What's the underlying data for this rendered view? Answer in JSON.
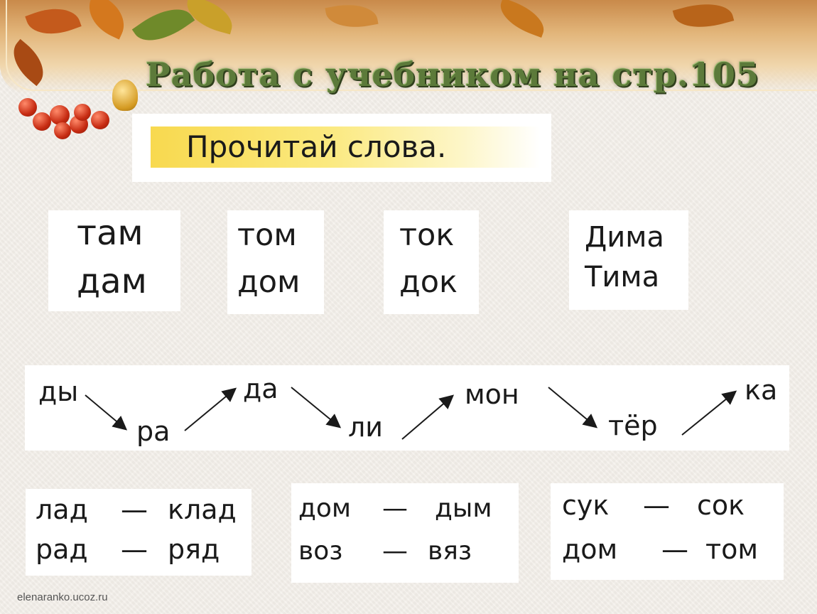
{
  "title": "Работа с учебником на стр.105",
  "instruction": "Прочитай слова.",
  "word_cards": [
    {
      "top": "там",
      "bottom": "дам"
    },
    {
      "top": "том",
      "bottom": "дом"
    },
    {
      "top": "ток",
      "bottom": "док"
    },
    {
      "top": "Дима",
      "bottom": "Тима"
    }
  ],
  "syllables": [
    "ды",
    "ра",
    "да",
    "ли",
    "мон",
    "тёр",
    "ка"
  ],
  "pairs": [
    {
      "rows": [
        {
          "left": "лад",
          "dash": "—",
          "right": "клад"
        },
        {
          "left": "рад",
          "dash": "—",
          "right": "ряд"
        }
      ]
    },
    {
      "rows": [
        {
          "left": "дом",
          "dash": "—",
          "right": "дым"
        },
        {
          "left": "воз",
          "dash": "—",
          "right": "вяз"
        }
      ]
    },
    {
      "rows": [
        {
          "left": "сук",
          "dash": "—",
          "right": "сок"
        },
        {
          "left": "дом",
          "dash": "—",
          "right": "том"
        }
      ]
    }
  ],
  "footer": "elenaranko.ucoz.ru",
  "colors": {
    "title": "#5c7a3a",
    "highlight": "#f8d94f",
    "text": "#1a1a1a"
  }
}
